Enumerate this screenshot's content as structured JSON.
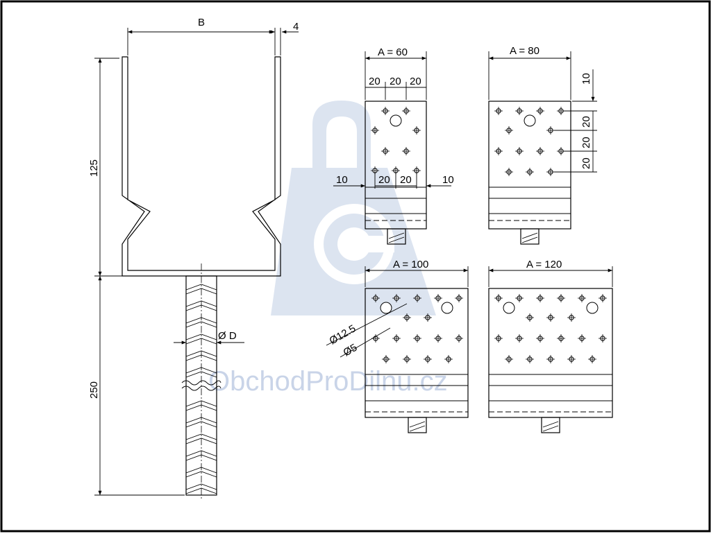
{
  "watermark": {
    "text": "ObchodProDilnu.cz",
    "color": "#c9d4e8"
  },
  "anchor": {
    "width_label": "B",
    "thickness_label": "4",
    "upper_height_label": "125",
    "lower_height_label": "250",
    "rod_diameter_label": "Ø D"
  },
  "plates": {
    "a60": {
      "title": "A = 60",
      "top_spacings": [
        "20",
        "20",
        "20"
      ],
      "bottom_spacings": [
        "10",
        "20",
        "20",
        "10"
      ]
    },
    "a80": {
      "title": "A = 80",
      "side_offset": "10",
      "side_spacings": [
        "20",
        "20",
        "20"
      ]
    },
    "a100": {
      "title": "A = 100",
      "large_hole_label": "Ø12.5",
      "small_hole_label": "Ø5"
    },
    "a120": {
      "title": "A = 120"
    }
  },
  "colors": {
    "line": "#000000",
    "border": "#000000",
    "background": "#ffffff"
  }
}
